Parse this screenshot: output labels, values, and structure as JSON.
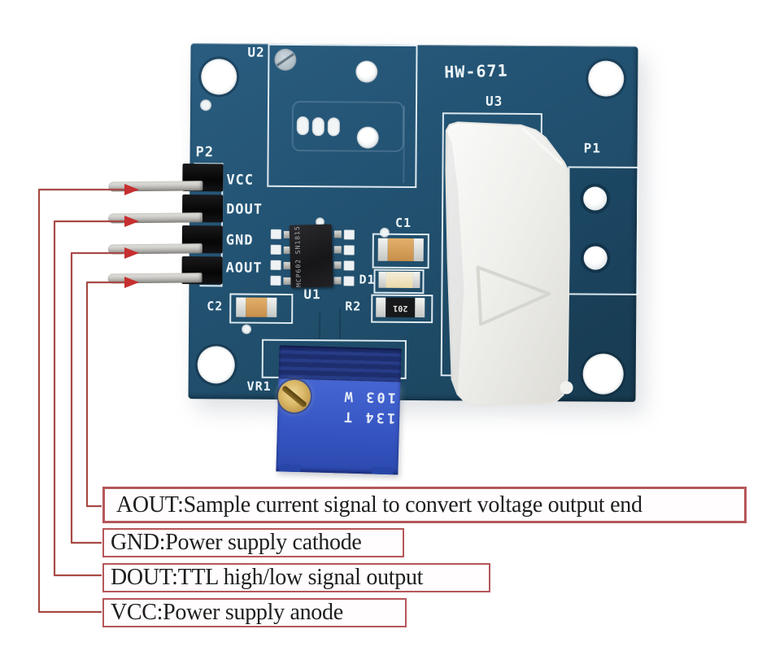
{
  "figure": {
    "kind": "annotated pinout photo",
    "subject": "HW-671 hall current sensor module"
  },
  "board": {
    "model_label": "HW-671",
    "silkscreen": {
      "u2": "U2",
      "u3": "U3",
      "p1": "P1",
      "p2": "P2",
      "u1": "U1",
      "c1": "C1",
      "c2": "C2",
      "d1": "D1",
      "r2": "R2",
      "vr1": "VR1"
    },
    "pin_labels": [
      "VCC",
      "DOUT",
      "GND",
      "AOUT"
    ],
    "markings": {
      "u1_chip": "MCP602 SN1815",
      "r2_resistor": "201",
      "vr1_trimmer_lines": [
        "134 T",
        "103 W"
      ]
    },
    "colors": {
      "pcb_blue": "#235373",
      "trimmer_blue": "#3655c2",
      "callout_red": "#a84a45",
      "box_border_red": "#b5575a",
      "silkscreen_white": "#eef6fa"
    }
  },
  "callouts": [
    {
      "pin": "AOUT",
      "text": "AOUT:Sample current signal to convert voltage output end"
    },
    {
      "pin": "GND",
      "text": "GND:Power supply cathode"
    },
    {
      "pin": "DOUT",
      "text": "DOUT:TTL high/low signal output"
    },
    {
      "pin": "VCC",
      "text": "VCC:Power supply anode"
    }
  ]
}
